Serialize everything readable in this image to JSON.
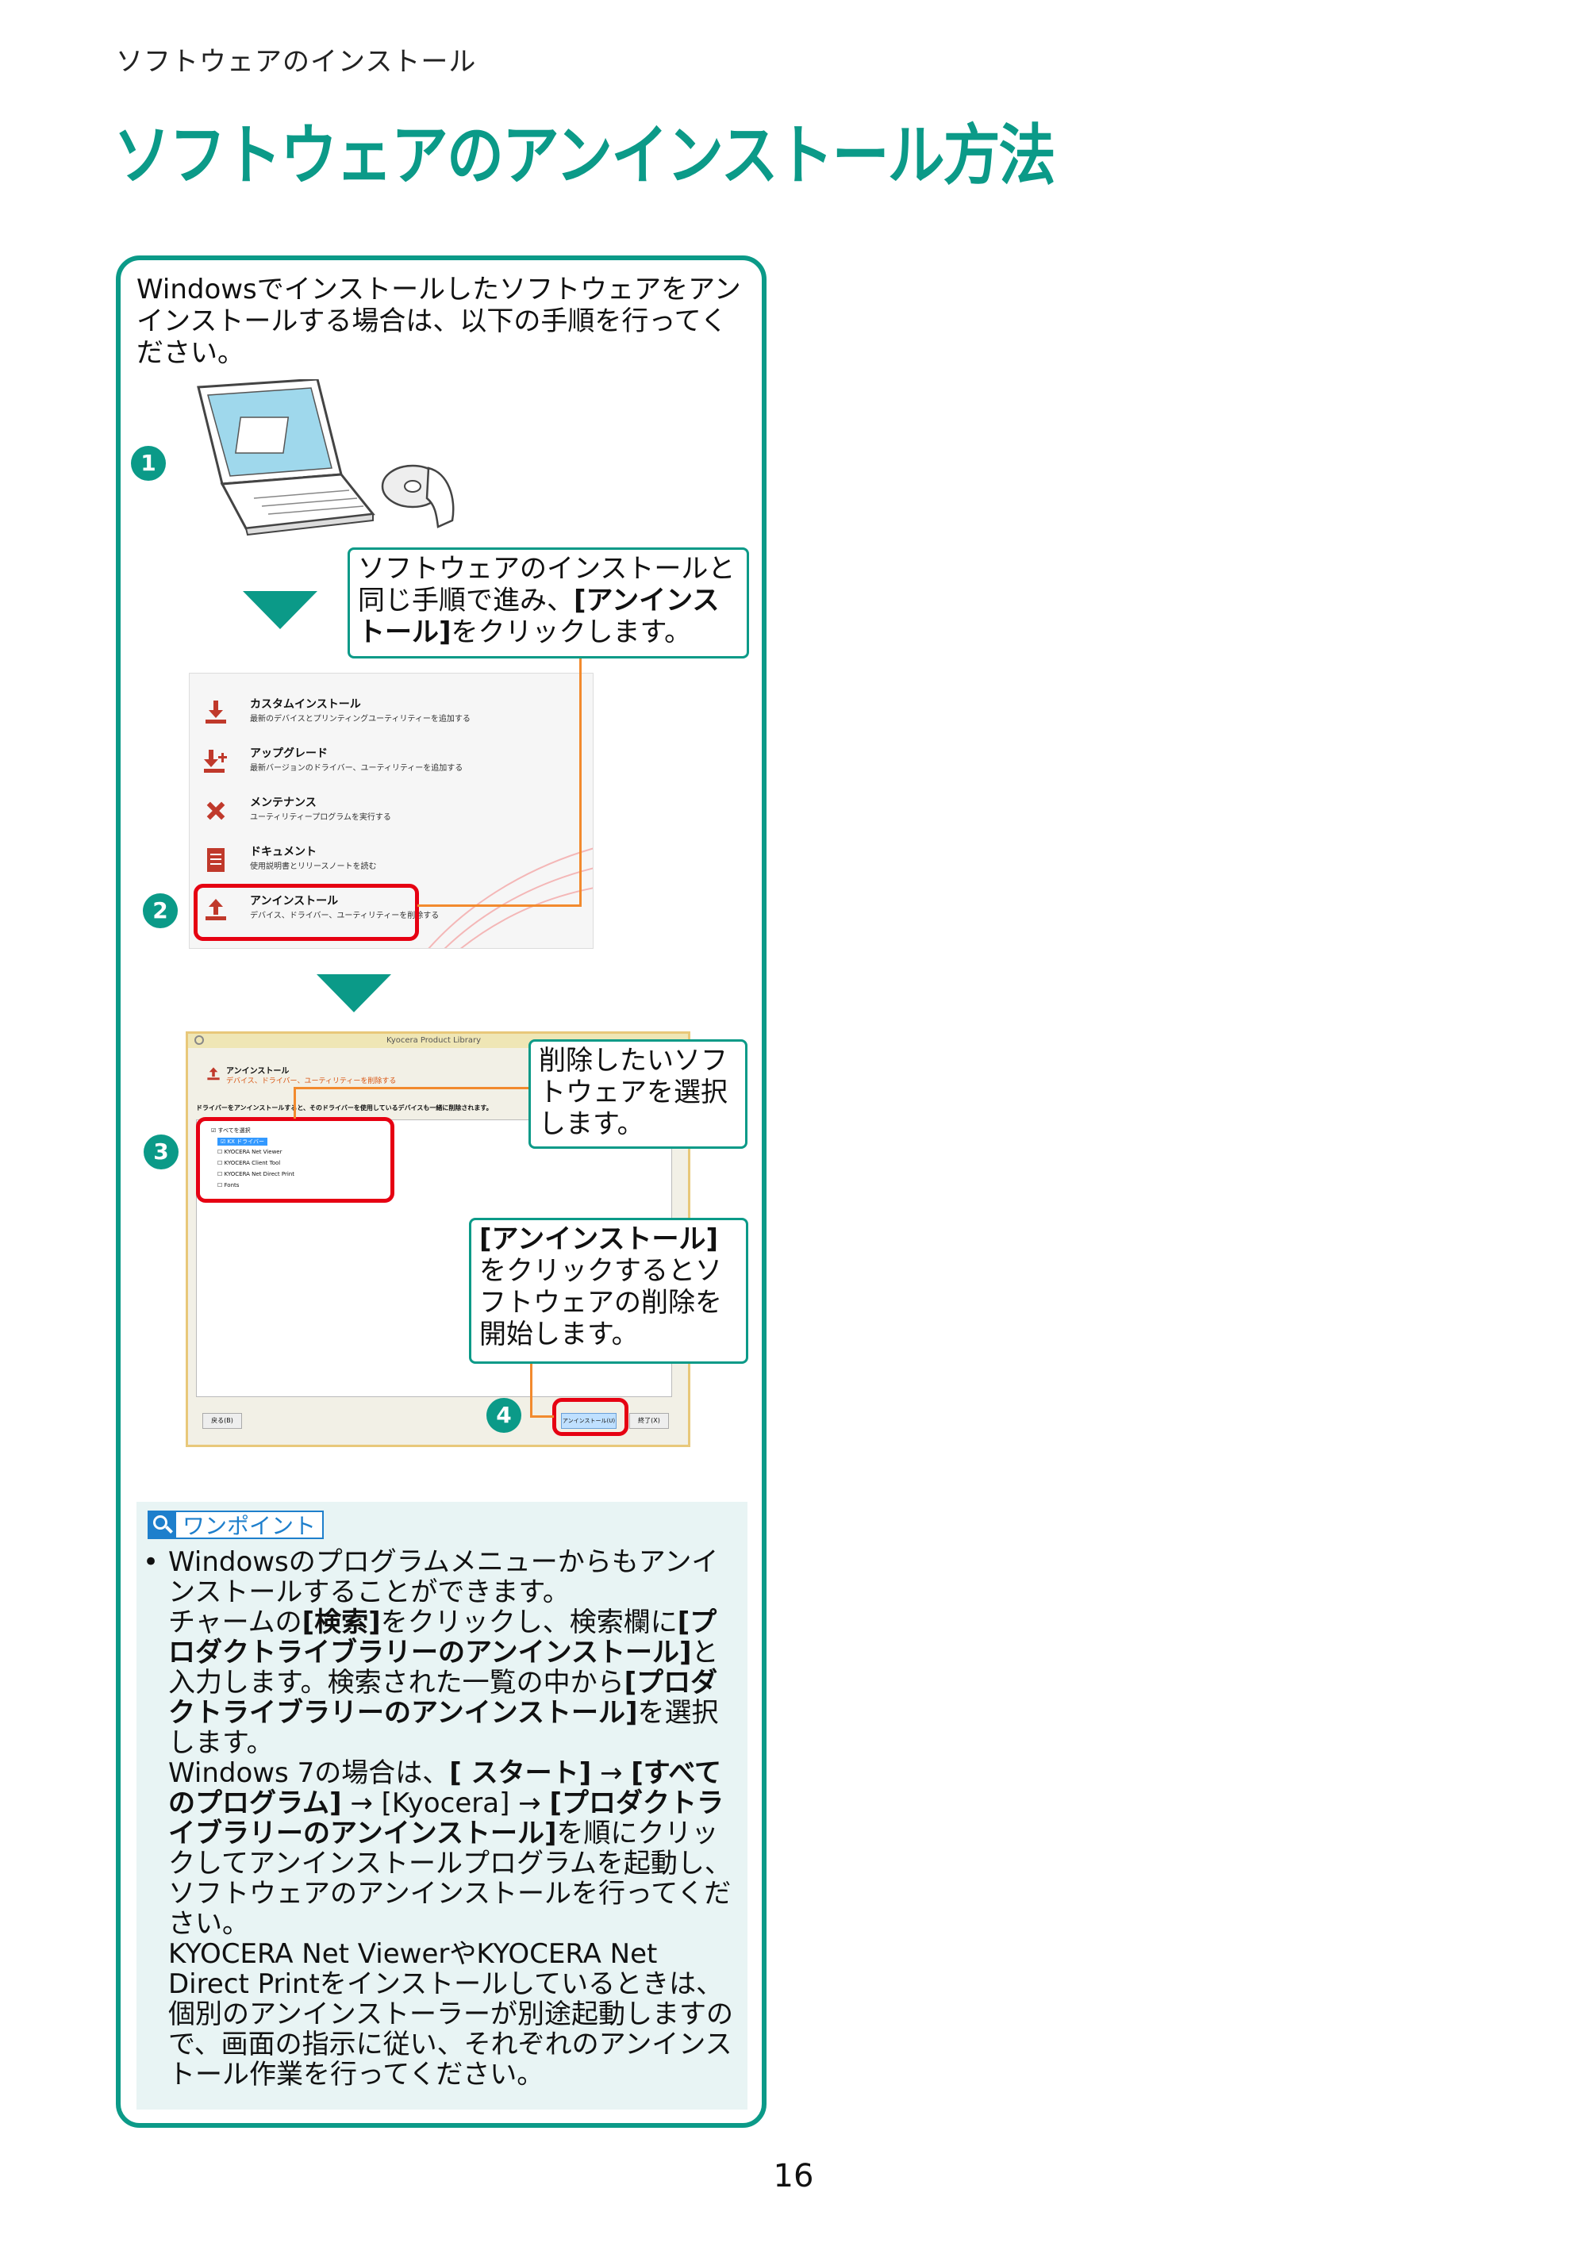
{
  "header": {
    "breadcrumb": "ソフトウェアのインストール",
    "title": "ソフトウェアのアンインストール方法"
  },
  "intro": "Windowsでインストールしたソフトウェアをアンインストールする場合は、以下の手順を行ってください。",
  "steps": {
    "badge1": "1",
    "badge2": "2",
    "badge3": "3",
    "badge4": "4"
  },
  "callouts": {
    "c1_pre": "ソフトウェアのインストールと同じ手順で進み、",
    "c1_bold": "[アンインストール]",
    "c1_post": "をクリックします。",
    "c2": "削除したいソフトウェアを選択します。",
    "c3_bold": "[アンインストール]",
    "c3_post": "をクリックするとソフトウェアの削除を開始します。"
  },
  "menu_screenshot": {
    "items": [
      {
        "title": "カスタムインストール",
        "desc": "最新のデバイスとプリンティングユーティリティーを追加する"
      },
      {
        "title": "アップグレード",
        "desc": "最新バージョンのドライバー、ユーティリティーを追加する"
      },
      {
        "title": "メンテナンス",
        "desc": "ユーティリティープログラムを実行する"
      },
      {
        "title": "ドキュメント",
        "desc": "使用説明書とリリースノートを読む"
      },
      {
        "title": "アンインストール",
        "desc": "デバイス、ドライバー、ユーティリティーを削除する"
      }
    ]
  },
  "uninstall_window": {
    "window_title": "Kyocera Product Library",
    "heading": "アンインストール",
    "subheading": "デバイス、ドライバー、ユーティリティーを削除する",
    "instruction": "ドライバーをアンインストールすると、そのドライバーを使用しているデバイスも一緒に削除されます。",
    "list_root": "すべてを選択",
    "list_items": [
      "KX ドライバー",
      "KYOCERA Net Viewer",
      "KYOCERA Client Tool",
      "KYOCERA Net Direct Print",
      "Fonts"
    ],
    "back_button": "戻る(B)",
    "uninstall_button": "アンインストール(U)",
    "exit_button": "終了(X)"
  },
  "tip": {
    "label": "ワンポイント",
    "bullet": "•",
    "p1_a": "Windowsのプログラムメニューからもアンインストールすることができます。",
    "p1_b": "チャームの",
    "p1_b_bold1": "[検索]",
    "p1_c": "をクリックし、検索欄に",
    "p1_c_bold": "[プロダクトライブラリーのアンインストール]",
    "p1_d": "と入力します。検索された一覧の中から",
    "p1_d_bold": "[プロダクトライブラリーのアンインストール]",
    "p1_e": "を選択します。",
    "p2_a": "Windows 7の場合は、",
    "p2_b_bold": "[ スタート]",
    "p2_arrow1": " → ",
    "p2_c_bold": "[すべてのプログラム]",
    "p2_arrow2": " → ",
    "p2_d": "[Kyocera]",
    "p2_arrow3": " → ",
    "p2_e_bold": "[プロダクトライブラリーのアンインストール]",
    "p2_f": "を順にクリックしてアンインストールプログラムを起動し、ソフトウェアのアンインストールを行ってください。",
    "p3": "KYOCERA Net ViewerやKYOCERA Net Direct Printをインストールしているときは、個別のアンインストーラーが別途起動しますので、画面の指示に従い、それぞれのアンインストール作業を行ってください。"
  },
  "page_number": "16",
  "colors": {
    "accent": "#0b9a88",
    "highlight": "#e60012",
    "line": "#f28a2e"
  }
}
